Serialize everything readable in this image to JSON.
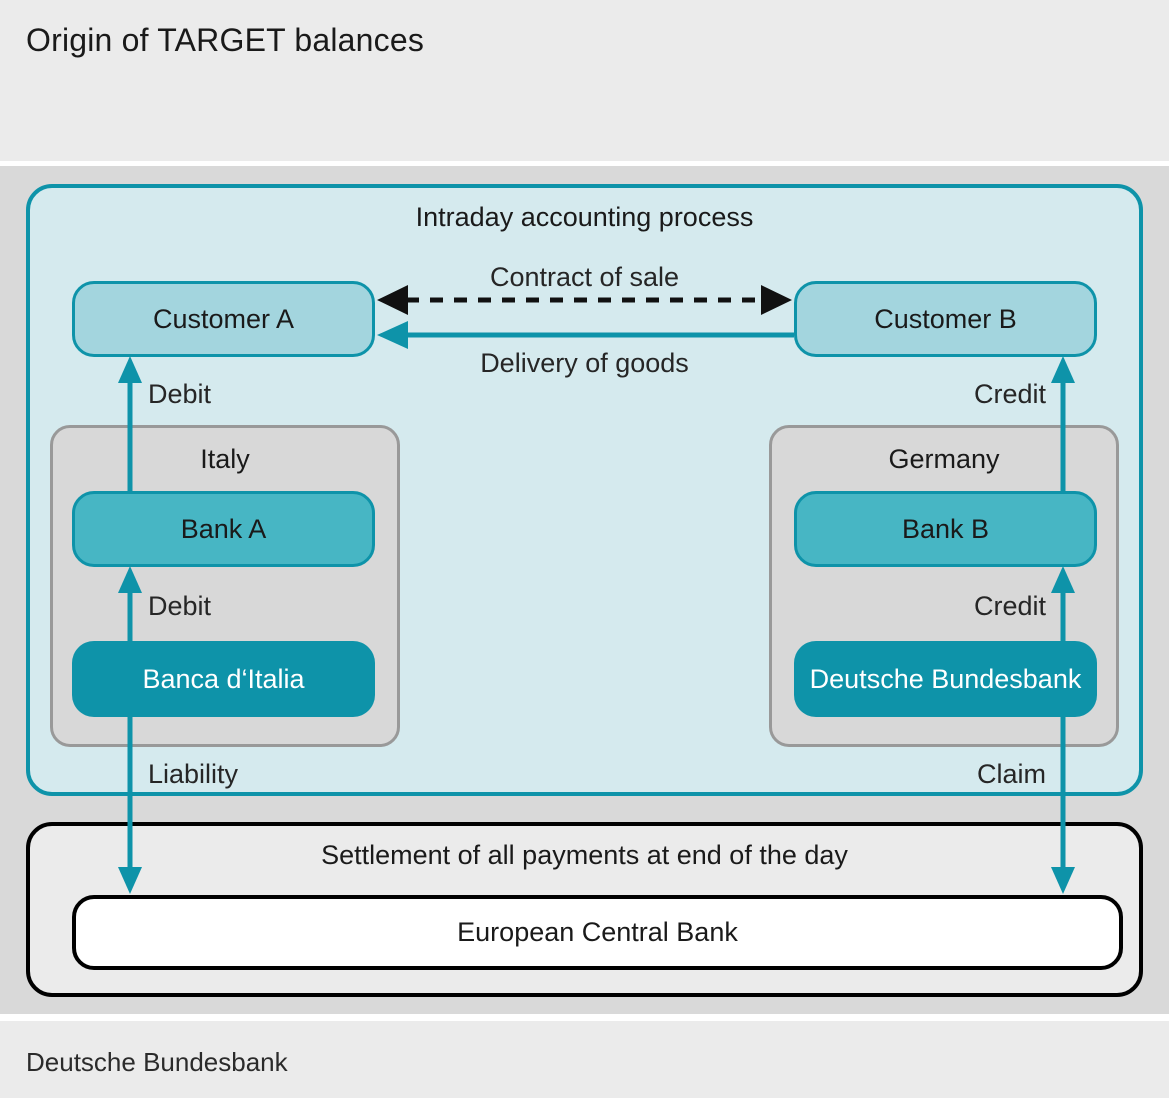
{
  "page": {
    "title": "Origin of TARGET balances",
    "footer": "Deutsche Bundesbank"
  },
  "diagram": {
    "intraday": {
      "title": "Intraday accounting process",
      "customer_a": "Customer A",
      "customer_b": "Customer B",
      "contract_label": "Contract of sale",
      "delivery_label": "Delivery of goods",
      "italy": {
        "label": "Italy",
        "bank": "Bank A",
        "central_bank": "Banca d‘Italia"
      },
      "germany": {
        "label": "Germany",
        "bank": "Bank B",
        "central_bank": "Deutsche Bundesbank"
      },
      "flows": {
        "debit_upper": "Debit",
        "debit_lower": "Debit",
        "liability": "Liability",
        "credit_upper": "Credit",
        "credit_lower": "Credit",
        "claim": "Claim"
      }
    },
    "settlement": {
      "title": "Settlement of all payments at end of the day",
      "ecb": "European Central Bank"
    },
    "colors": {
      "accent_teal": "#0e93a9",
      "bank_fill": "#47b6c4",
      "customer_fill": "#a3d5de",
      "intraday_fill": "#d5eaee",
      "country_fill": "#d8d8d8",
      "country_border": "#999999",
      "canvas_bg": "#d9d9d9",
      "panel_bg": "#ebebeb",
      "arrow_black": "#111111"
    }
  }
}
